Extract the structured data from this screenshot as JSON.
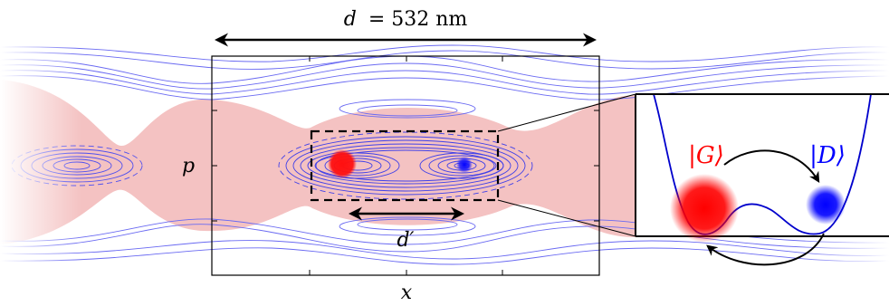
{
  "period_label": {
    "symbol": "d",
    "equals": "= 532 nm"
  },
  "axis": {
    "x_label": "x",
    "y_label": "p"
  },
  "separation_label": "d′",
  "states": {
    "ground": {
      "label": "|G⟩",
      "color": "#ff0000"
    },
    "dark": {
      "label": "|D⟩",
      "color": "#0000ff"
    }
  },
  "colors": {
    "chaotic_sea": "#f4c2c2",
    "regular_orbits": "#5a5af0",
    "potential_curve": "#0000cc",
    "frame": "#000000"
  }
}
